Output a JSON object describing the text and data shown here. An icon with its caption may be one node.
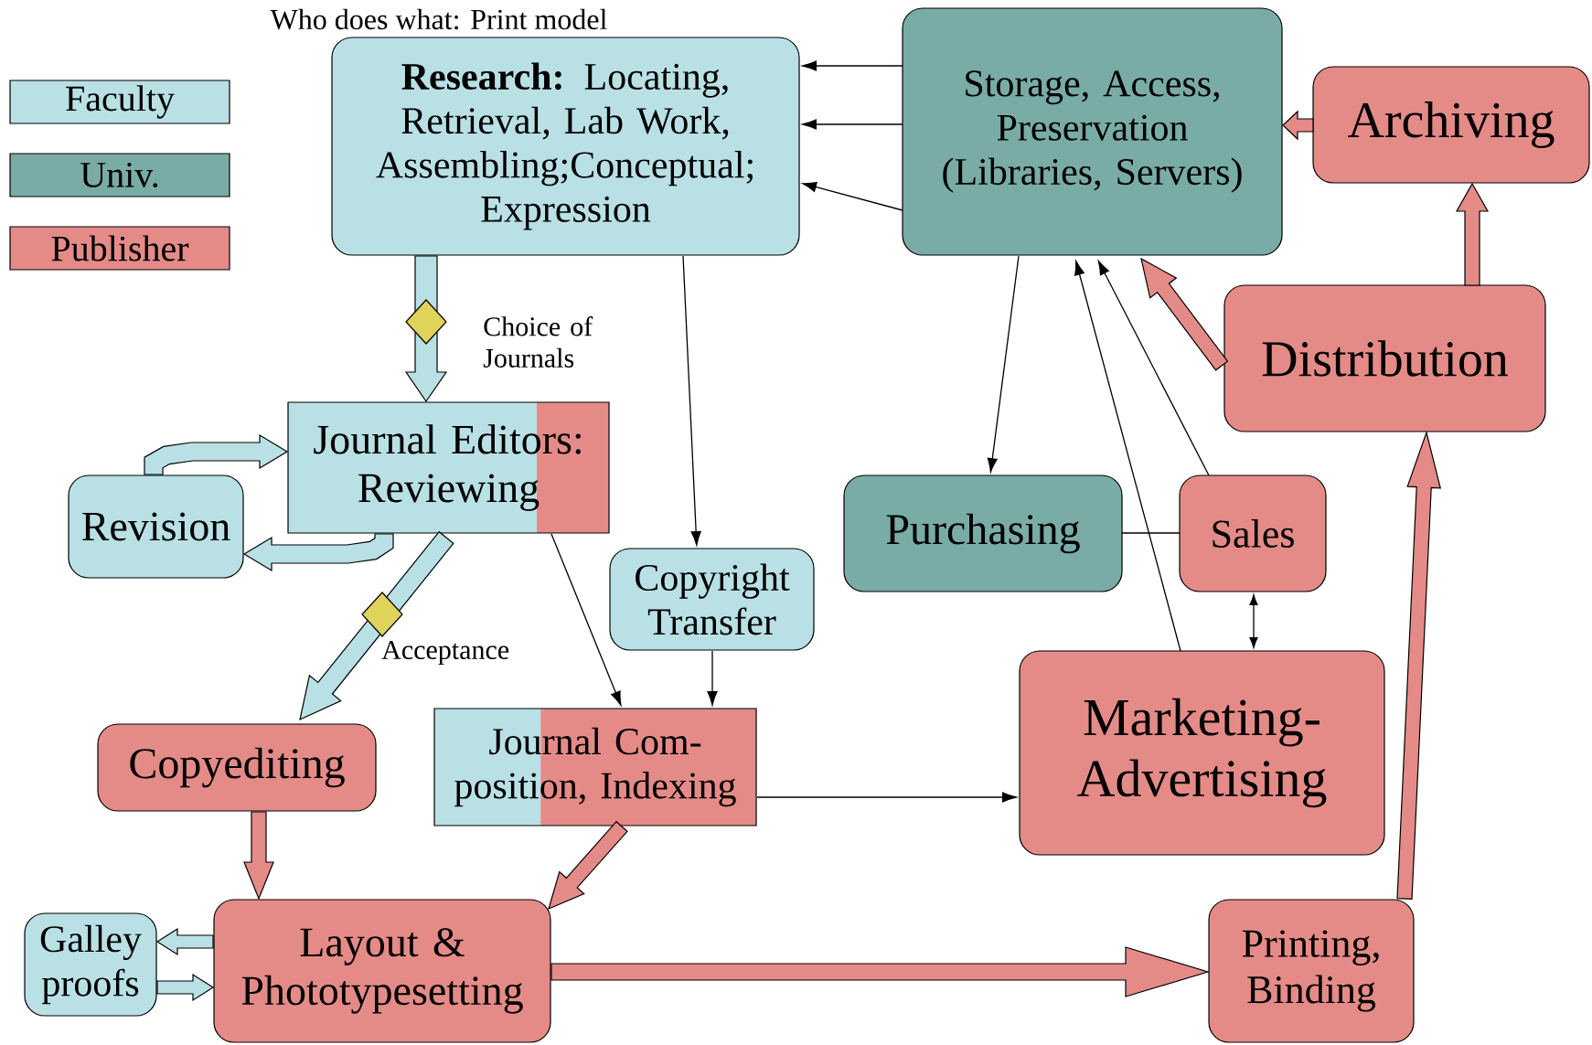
{
  "diagram": {
    "title": "Who does what: Print model",
    "nodes": [
      {
        "text": [
          "**Research:** Locating, Retrieval, Lab Work, Assembling;Conceptual; Expression"
        ]
      },
      {
        "text": [
          "Storage, Access, Preservation (Libraries, Servers)"
        ]
      },
      {
        "text": [
          "Archiving"
        ]
      },
      {
        "text": [
          "Journal Editors: Reviewing"
        ]
      },
      {
        "text": [
          "Revision"
        ]
      },
      {
        "text": [
          "Distribution"
        ]
      },
      {
        "text": [
          "Copyright Transfer"
        ]
      },
      {
        "text": [
          "Purchasing"
        ]
      },
      {
        "text": [
          "Sales"
        ]
      },
      {
        "text": [
          "Copyediting"
        ]
      },
      {
        "text": [
          "Journal Com- position, Indexing"
        ]
      },
      {
        "text": [
          "Marketing- Advertising"
        ]
      },
      {
        "text": [
          "Layout & Phototypesetting"
        ]
      },
      {
        "text": [
          "Galley proofs"
        ]
      },
      {
        "text": [
          "Printing, Binding"
        ]
      }
    ],
    "edges": [
      {
        "from": 1,
        "to": 0,
        "arrow": "to"
      },
      {
        "from": 1,
        "to": 0,
        "arrow": "to"
      },
      {
        "from": 1,
        "to": 0,
        "arrow": "to"
      },
      {
        "from": 2,
        "to": 1,
        "arrow": "to",
        "style": "thick",
        "color": "#e48b88"
      },
      {
        "from": 5,
        "to": 2,
        "arrow": "to",
        "style": "thick",
        "color": "#e48b88"
      },
      {
        "from": 5,
        "to": 1,
        "arrow": "to",
        "style": "thick",
        "color": "#e48b88"
      },
      {
        "from": 1,
        "to": 7,
        "arrow": "to"
      },
      {
        "from": 8,
        "to": 1,
        "arrow": "to"
      },
      {
        "from": 11,
        "to": 1,
        "arrow": "to"
      },
      {
        "from": 7,
        "to": 8,
        "arrow": "none"
      },
      {
        "from": 8,
        "to": 11,
        "arrow": "both"
      },
      {
        "from": 0,
        "to": 6,
        "arrow": "to"
      },
      {
        "from": 3,
        "to": 10,
        "arrow": "to"
      },
      {
        "from": 6,
        "to": 10,
        "arrow": "to"
      },
      {
        "from": 10,
        "to": 11,
        "arrow": "to"
      },
      {
        "from": 0,
        "to": 3,
        "arrow": "to",
        "label": "Choice of Journals",
        "style": "thick",
        "color": "#b9e0e5"
      },
      {
        "from": 3,
        "to": 4,
        "arrow": "to",
        "style": "thick",
        "color": "#b9e0e5"
      },
      {
        "from": 4,
        "to": 3,
        "arrow": "to",
        "style": "thick",
        "color": "#b9e0e5"
      },
      {
        "from": 3,
        "to": 9,
        "arrow": "to",
        "label": "Acceptance",
        "style": "thick",
        "color": "#b9e0e5"
      },
      {
        "from": 9,
        "to": 12,
        "arrow": "to",
        "style": "thick",
        "color": "#e48b88"
      },
      {
        "from": 10,
        "to": 12,
        "arrow": "to",
        "style": "thick",
        "color": "#e48b88"
      },
      {
        "from": 12,
        "to": 13,
        "arrow": "to",
        "style": "thick",
        "color": "#b9e0e5"
      },
      {
        "from": 13,
        "to": 12,
        "arrow": "to",
        "style": "thick",
        "color": "#b9e0e5"
      },
      {
        "from": 12,
        "to": 14,
        "arrow": "to",
        "style": "thick",
        "color": "#e48b88"
      },
      {
        "from": 14,
        "to": 5,
        "arrow": "to",
        "style": "thick",
        "color": "#e48b88"
      }
    ],
    "legend": [
      {
        "text": "Faculty",
        "color": "#b9e0e5"
      },
      {
        "text": "Univ.",
        "color": "#79aca6"
      },
      {
        "text": "Publisher",
        "color": "#e48b88"
      }
    ]
  }
}
